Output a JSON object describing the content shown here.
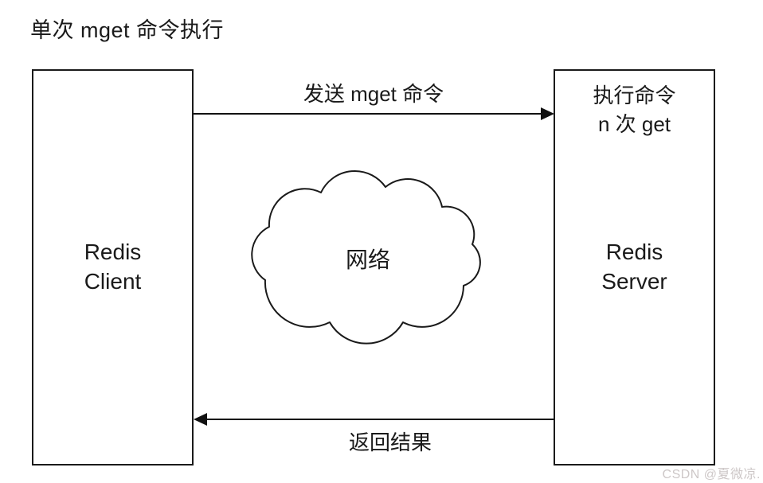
{
  "diagram": {
    "title": "单次 mget 命令执行",
    "client_box": {
      "label_line1": "Redis",
      "label_line2": "Client"
    },
    "server_box": {
      "note_line1": "执行命令",
      "note_line2": "n 次 get",
      "label_line1": "Redis",
      "label_line2": "Server"
    },
    "arrows": {
      "request_label": "发送 mget 命令",
      "response_label": "返回结果"
    },
    "network_cloud": {
      "label": "网络"
    },
    "watermark": "CSDN @夏微凉.",
    "colors": {
      "line": "#1a1a1a",
      "background": "#ffffff",
      "watermark": "#cdc7c7"
    }
  }
}
